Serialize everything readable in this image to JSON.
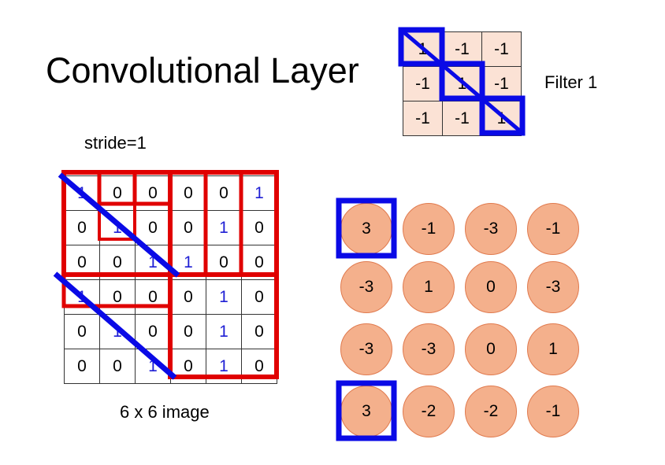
{
  "title": "Convolutional Layer",
  "filter_label": "Filter 1",
  "stride_label": "stride=1",
  "image_caption": "6 x 6 image",
  "filter": [
    [
      "1",
      "-1",
      "-1"
    ],
    [
      "-1",
      "1",
      "-1"
    ],
    [
      "-1",
      "-1",
      "1"
    ]
  ],
  "image": [
    [
      "1",
      "0",
      "0",
      "0",
      "0",
      "1"
    ],
    [
      "0",
      "1",
      "0",
      "0",
      "1",
      "0"
    ],
    [
      "0",
      "0",
      "1",
      "1",
      "0",
      "0"
    ],
    [
      "1",
      "0",
      "0",
      "0",
      "1",
      "0"
    ],
    [
      "0",
      "1",
      "0",
      "0",
      "1",
      "0"
    ],
    [
      "0",
      "0",
      "1",
      "0",
      "1",
      "0"
    ]
  ],
  "image_blue_cells": [
    [
      0,
      0
    ],
    [
      0,
      5
    ],
    [
      1,
      1
    ],
    [
      1,
      4
    ],
    [
      2,
      2
    ],
    [
      2,
      3
    ],
    [
      3,
      0
    ],
    [
      3,
      4
    ],
    [
      4,
      1
    ],
    [
      4,
      4
    ],
    [
      5,
      2
    ],
    [
      5,
      4
    ]
  ],
  "feature_map": [
    [
      "3",
      "-1",
      "-3",
      "-1"
    ],
    [
      "-3",
      "1",
      "0",
      "-3"
    ],
    [
      "-3",
      "-3",
      "0",
      "1"
    ],
    [
      "3",
      "-2",
      "-2",
      "-1"
    ]
  ],
  "highlighted_outputs": [
    [
      0,
      0
    ],
    [
      3,
      0
    ]
  ],
  "colors": {
    "filter_fill": "#fbe2d5",
    "circle_fill": "#f4b08c",
    "red_box": "#e00000",
    "blue_highlight": "#0a0ae6",
    "blue_text": "#1f1fd4"
  }
}
